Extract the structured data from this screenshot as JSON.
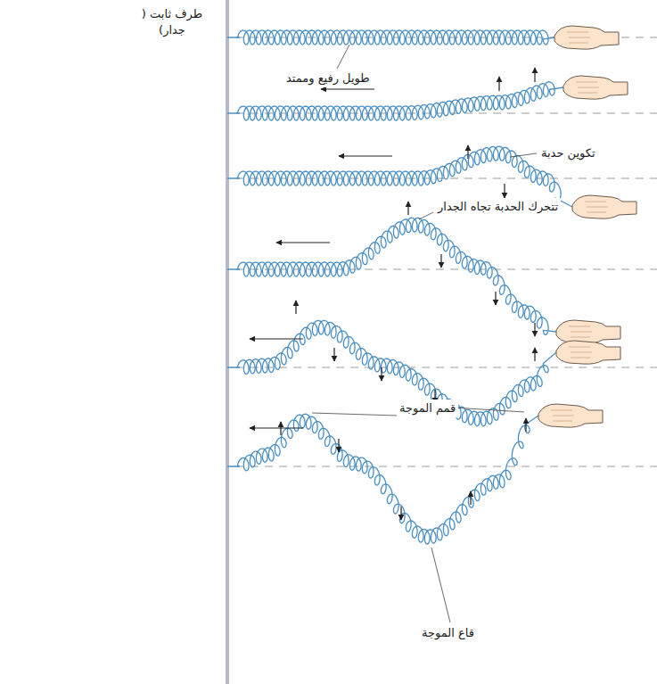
{
  "diagram": {
    "labels": [
      "طرف ثابت ( جدار)",
      "طويل رفيع وممتد",
      "تكوين حدبة",
      "تتحرك الحدبة تجاه الجدار",
      "قمم الموجة",
      "قاع الموجة"
    ]
  }
}
